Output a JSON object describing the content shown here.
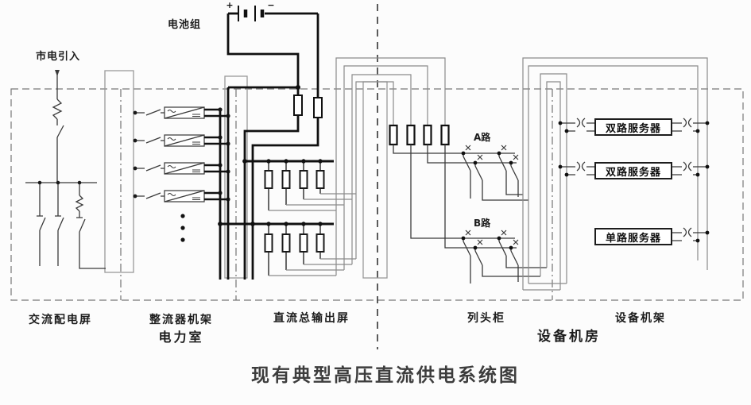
{
  "title": "现有典型高压直流供电系统图",
  "labels": {
    "mains_intake": "市电引入",
    "battery_group": "电池组",
    "path_a": "A路",
    "path_b": "B路",
    "battery_plus": "+",
    "battery_minus": "−"
  },
  "sections": {
    "ac_distribution_panel": "交流配电屏",
    "rectifier_rack": "整流器机架",
    "dc_output_panel": "直流总输出屏",
    "row_head_cabinet": "列头柜",
    "equipment_rack": "设备机架",
    "power_room": "电力室",
    "equipment_room": "设备机房"
  },
  "servers": [
    {
      "label": "双路服务器"
    },
    {
      "label": "双路服务器"
    },
    {
      "label": "单路服务器"
    }
  ],
  "colors": {
    "line_dark": "#3a3a3a",
    "line_thick": "#101010",
    "line_gray": "#8a8a8a",
    "border_dashed": "#777777",
    "background": "#fcfcfc",
    "text": "#1c1c1c"
  }
}
